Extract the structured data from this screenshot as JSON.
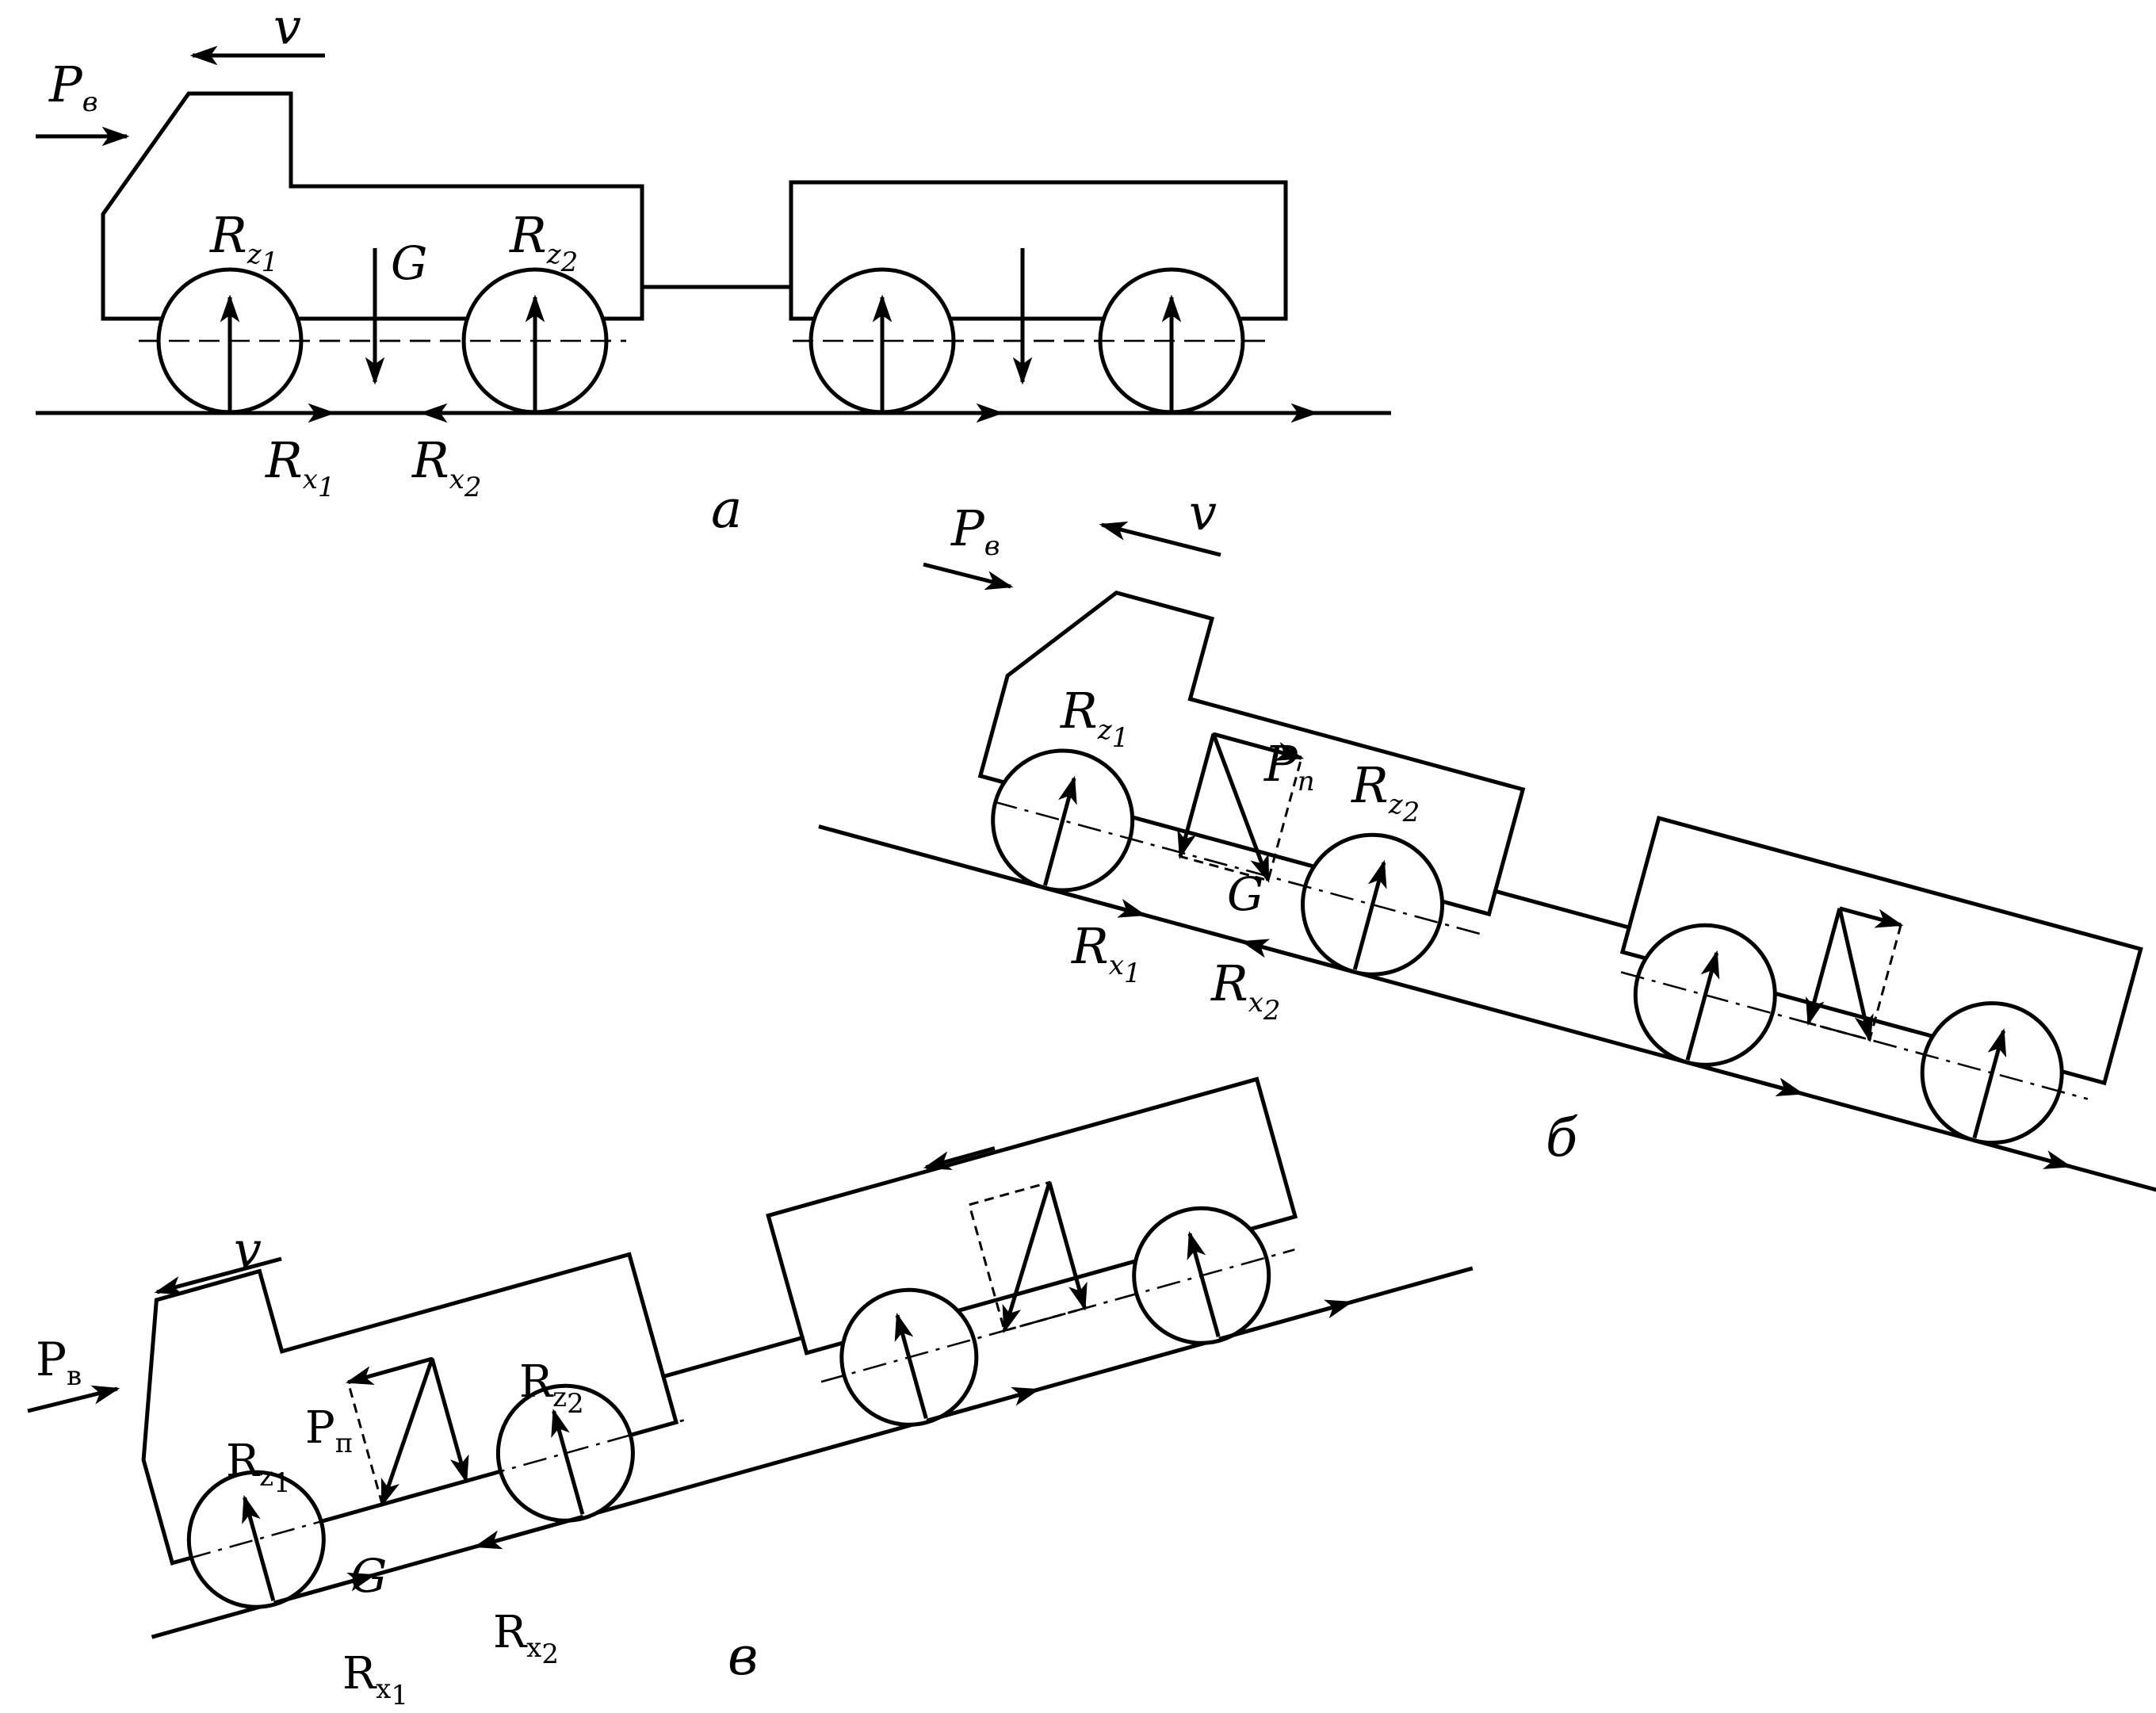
{
  "panels": [
    {
      "id": "a",
      "caption": "а",
      "labels": {
        "pv_main": "P",
        "pv_sub": "в",
        "v": "v",
        "g": "G",
        "rz1_main": "R",
        "rz1_sub": "z",
        "rz1_idx": "1",
        "rz2_main": "R",
        "rz2_sub": "z",
        "rz2_idx": "2",
        "rx1_main": "R",
        "rx1_sub": "x",
        "rx1_idx": "1",
        "rx2_main": "R",
        "rx2_sub": "x",
        "rx2_idx": "2"
      }
    },
    {
      "id": "b",
      "caption": "б",
      "labels": {
        "pv_main": "P",
        "pv_sub": "в",
        "v": "v",
        "g": "G",
        "pp_main": "P",
        "pp_sub": "п",
        "rz1_main": "R",
        "rz1_sub": "z",
        "rz1_idx": "1",
        "rz2_main": "R",
        "rz2_sub": "z",
        "rz2_idx": "2",
        "rx1_main": "R",
        "rx1_sub": "x",
        "rx1_idx": "1",
        "rx2_main": "R",
        "rx2_sub": "x",
        "rx2_idx": "2"
      }
    },
    {
      "id": "c",
      "caption": "в",
      "labels": {
        "pv_main": "P",
        "pv_sub": "в",
        "v": "v",
        "g": "G",
        "pp_main": "P",
        "pp_sub": "п",
        "rz1_main": "R",
        "rz1_sub": "z",
        "rz1_idx": "1",
        "rz2_main": "R",
        "rz2_sub": "z",
        "rz2_idx": "2",
        "rx1_main": "R",
        "rx1_sub": "x",
        "rx1_idx": "1",
        "rx2_main": "R",
        "rx2_sub": "x",
        "rx2_idx": "2"
      }
    }
  ]
}
